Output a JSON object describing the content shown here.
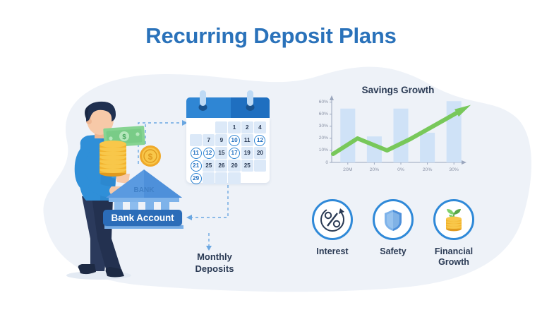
{
  "page": {
    "title": "Recurring Deposit Plans",
    "title_color": "#2a72ba",
    "background_color": "#ffffff",
    "blob_color": "#eef2f8"
  },
  "illustration": {
    "person": {
      "name": "person-carrying-coins",
      "sweater_color": "#2f8fd8",
      "pants_color": "#2b3a5c",
      "hair_color": "#1f3050",
      "skin_color": "#f7c9a8"
    },
    "money": {
      "banknote_label": "banknote",
      "banknote_color": "#7fd08a",
      "coin_color": "#f5b731",
      "coin_stack_label": "coin-stack"
    },
    "bank": {
      "building_label": "BANK",
      "building_color": "#7eb3ea",
      "roof_color": "#5a9ae0",
      "base_color": "#86b9ee",
      "account_badge": "Bank Account",
      "badge_color": "#2b6cb8"
    },
    "monthly_deposits_caption": "Monthly\nDeposits",
    "monthly_deposits_line1": "Monthly",
    "monthly_deposits_line2": "Deposits",
    "connectors": {
      "style": "dashed-arrow",
      "color": "#6aa7e2",
      "count": 4
    }
  },
  "calendar": {
    "name": "calendar-card",
    "header_color_left": "#2f86d4",
    "header_color_right": "#1f6fc0",
    "ring_color": "#a9cdf0",
    "body_color": "#ffffff",
    "cell_fill": "#dce9f8",
    "highlight_ring_color": "#2f86d4",
    "rows": [
      [
        {
          "text": "",
          "type": "blank"
        },
        {
          "text": "",
          "type": "blank"
        },
        {
          "text": "",
          "type": "filled"
        },
        {
          "text": "1",
          "type": "day"
        },
        {
          "text": "2",
          "type": "day"
        },
        {
          "text": "4",
          "type": "day"
        }
      ],
      [
        {
          "text": "",
          "type": "filled"
        },
        {
          "text": "7",
          "type": "day"
        },
        {
          "text": "9",
          "type": "day"
        },
        {
          "text": "10",
          "type": "circled"
        },
        {
          "text": "11",
          "type": "day"
        },
        {
          "text": "12",
          "type": "circled"
        }
      ],
      [
        {
          "text": "11",
          "type": "circled"
        },
        {
          "text": "12",
          "type": "circled"
        },
        {
          "text": "15",
          "type": "day"
        },
        {
          "text": "17",
          "type": "circled"
        },
        {
          "text": "19",
          "type": "day"
        },
        {
          "text": "20",
          "type": "day"
        }
      ],
      [
        {
          "text": "21",
          "type": "circled"
        },
        {
          "text": "25",
          "type": "day"
        },
        {
          "text": "26",
          "type": "day"
        },
        {
          "text": "20",
          "type": "day"
        },
        {
          "text": "25",
          "type": "day"
        },
        {
          "text": "",
          "type": "filled"
        }
      ],
      [
        {
          "text": "29",
          "type": "circled"
        },
        {
          "text": "",
          "type": "filled"
        },
        {
          "text": "",
          "type": "filled"
        },
        {
          "text": "",
          "type": "filled"
        },
        {
          "text": "",
          "type": "blank"
        },
        {
          "text": "",
          "type": "blank"
        }
      ]
    ]
  },
  "chart_data": {
    "type": "bar",
    "title": "Savings Growth",
    "xlabel": "",
    "ylabel": "",
    "categories": [
      "20M",
      "20%",
      "0%",
      "20%",
      "30%"
    ],
    "values": [
      58,
      28,
      58,
      32,
      66
    ],
    "ylim": [
      0,
      70
    ],
    "ytick_labels": [
      "60%",
      "60%",
      "30%",
      "20%",
      "10%",
      "0"
    ],
    "ytick_values": [
      65,
      52,
      39,
      26,
      13,
      0
    ],
    "grid": false,
    "legend": false,
    "bar_color": "#cfe2f7",
    "axis_color": "#9aa6bd",
    "overlay": {
      "type": "line",
      "name": "growth-trend-arrow",
      "color": "#78c85a",
      "arrowhead": true,
      "points": [
        {
          "x": 0,
          "y": 12
        },
        {
          "x": 19,
          "y": 34
        },
        {
          "x": 42,
          "y": 17
        },
        {
          "x": 60,
          "y": 33
        },
        {
          "x": 100,
          "y": 74
        }
      ]
    }
  },
  "features": [
    {
      "icon": "percent-circle-icon",
      "label": "Interest",
      "label_line2": ""
    },
    {
      "icon": "shield-icon",
      "label": "Safety",
      "label_line2": ""
    },
    {
      "icon": "plant-coins-icon",
      "label": "Financial",
      "label_line2": "Growth"
    }
  ],
  "colors": {
    "accent_blue": "#2f89d8",
    "title_blue": "#2a72ba",
    "dark_navy": "#2a3a54",
    "green": "#78c85a",
    "gold": "#f5b731",
    "bar_blue": "#cfe2f7"
  }
}
